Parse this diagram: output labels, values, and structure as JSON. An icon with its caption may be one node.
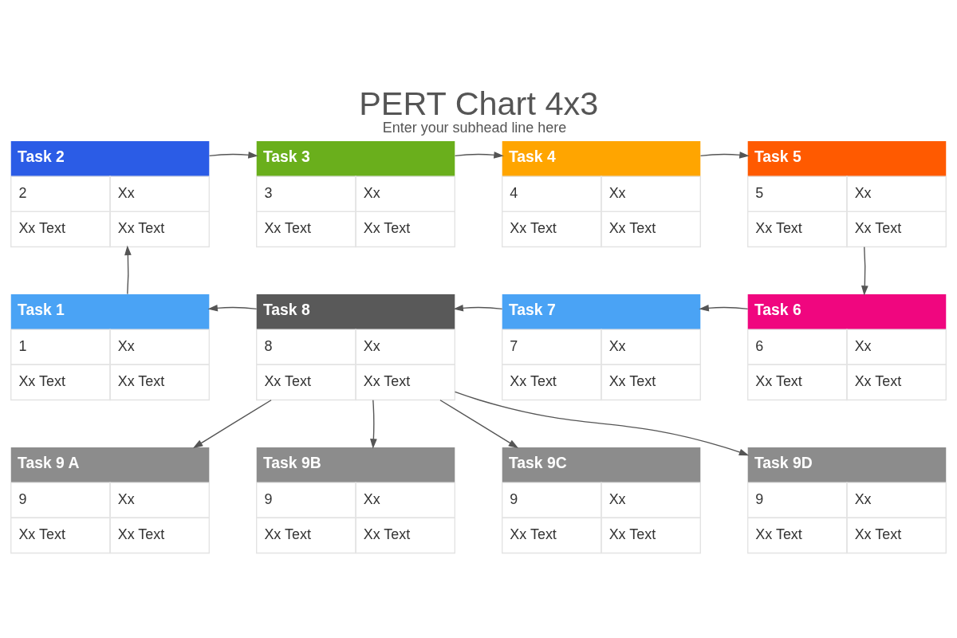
{
  "diagram": {
    "title": "PERT Chart 4x3",
    "caption": "Enter your subhead line here",
    "nodes": [
      {
        "text": [
          "Task 2",
          "2",
          "Xx",
          "Xx Text",
          "Xx Text"
        ]
      },
      {
        "text": [
          "Task 3",
          "3",
          "Xx",
          "Xx Text",
          "Xx Text"
        ]
      },
      {
        "text": [
          "Task 4",
          "4",
          "Xx",
          "Xx Text",
          "Xx Text"
        ]
      },
      {
        "text": [
          "Task 5",
          "5",
          "Xx",
          "Xx Text",
          "Xx Text"
        ]
      },
      {
        "text": [
          "Task 1",
          "1",
          "Xx",
          "Xx Text",
          "Xx Text"
        ]
      },
      {
        "text": [
          "Task 8",
          "8",
          "Xx",
          "Xx Text",
          "Xx Text"
        ]
      },
      {
        "text": [
          "Task 7",
          "7",
          "Xx",
          "Xx Text",
          "Xx Text"
        ]
      },
      {
        "text": [
          "Task 6",
          "6",
          "Xx",
          "Xx Text",
          "Xx Text"
        ]
      },
      {
        "text": [
          "Task 9 A",
          "9",
          "Xx",
          "Xx Text",
          "Xx Text"
        ]
      },
      {
        "text": [
          "Task 9B",
          "9",
          "Xx",
          "Xx Text",
          "Xx Text"
        ]
      },
      {
        "text": [
          "Task 9C",
          "9",
          "Xx",
          "Xx Text",
          "Xx Text"
        ]
      },
      {
        "text": [
          "Task 9D",
          "9",
          "Xx",
          "Xx Text",
          "Xx Text"
        ]
      }
    ],
    "edges": [
      {
        "from": 4,
        "to": 0,
        "arrow": "to"
      },
      {
        "from": 0,
        "to": 1,
        "arrow": "to"
      },
      {
        "from": 1,
        "to": 2,
        "arrow": "to"
      },
      {
        "from": 2,
        "to": 3,
        "arrow": "to"
      },
      {
        "from": 3,
        "to": 7,
        "arrow": "to"
      },
      {
        "from": 7,
        "to": 6,
        "arrow": "to"
      },
      {
        "from": 6,
        "to": 5,
        "arrow": "to"
      },
      {
        "from": 5,
        "to": 4,
        "arrow": "to"
      },
      {
        "from": 5,
        "to": 8,
        "arrow": "to"
      },
      {
        "from": 5,
        "to": 9,
        "arrow": "to"
      },
      {
        "from": 5,
        "to": 10,
        "arrow": "to"
      },
      {
        "from": 5,
        "to": 11,
        "arrow": "to"
      }
    ]
  }
}
